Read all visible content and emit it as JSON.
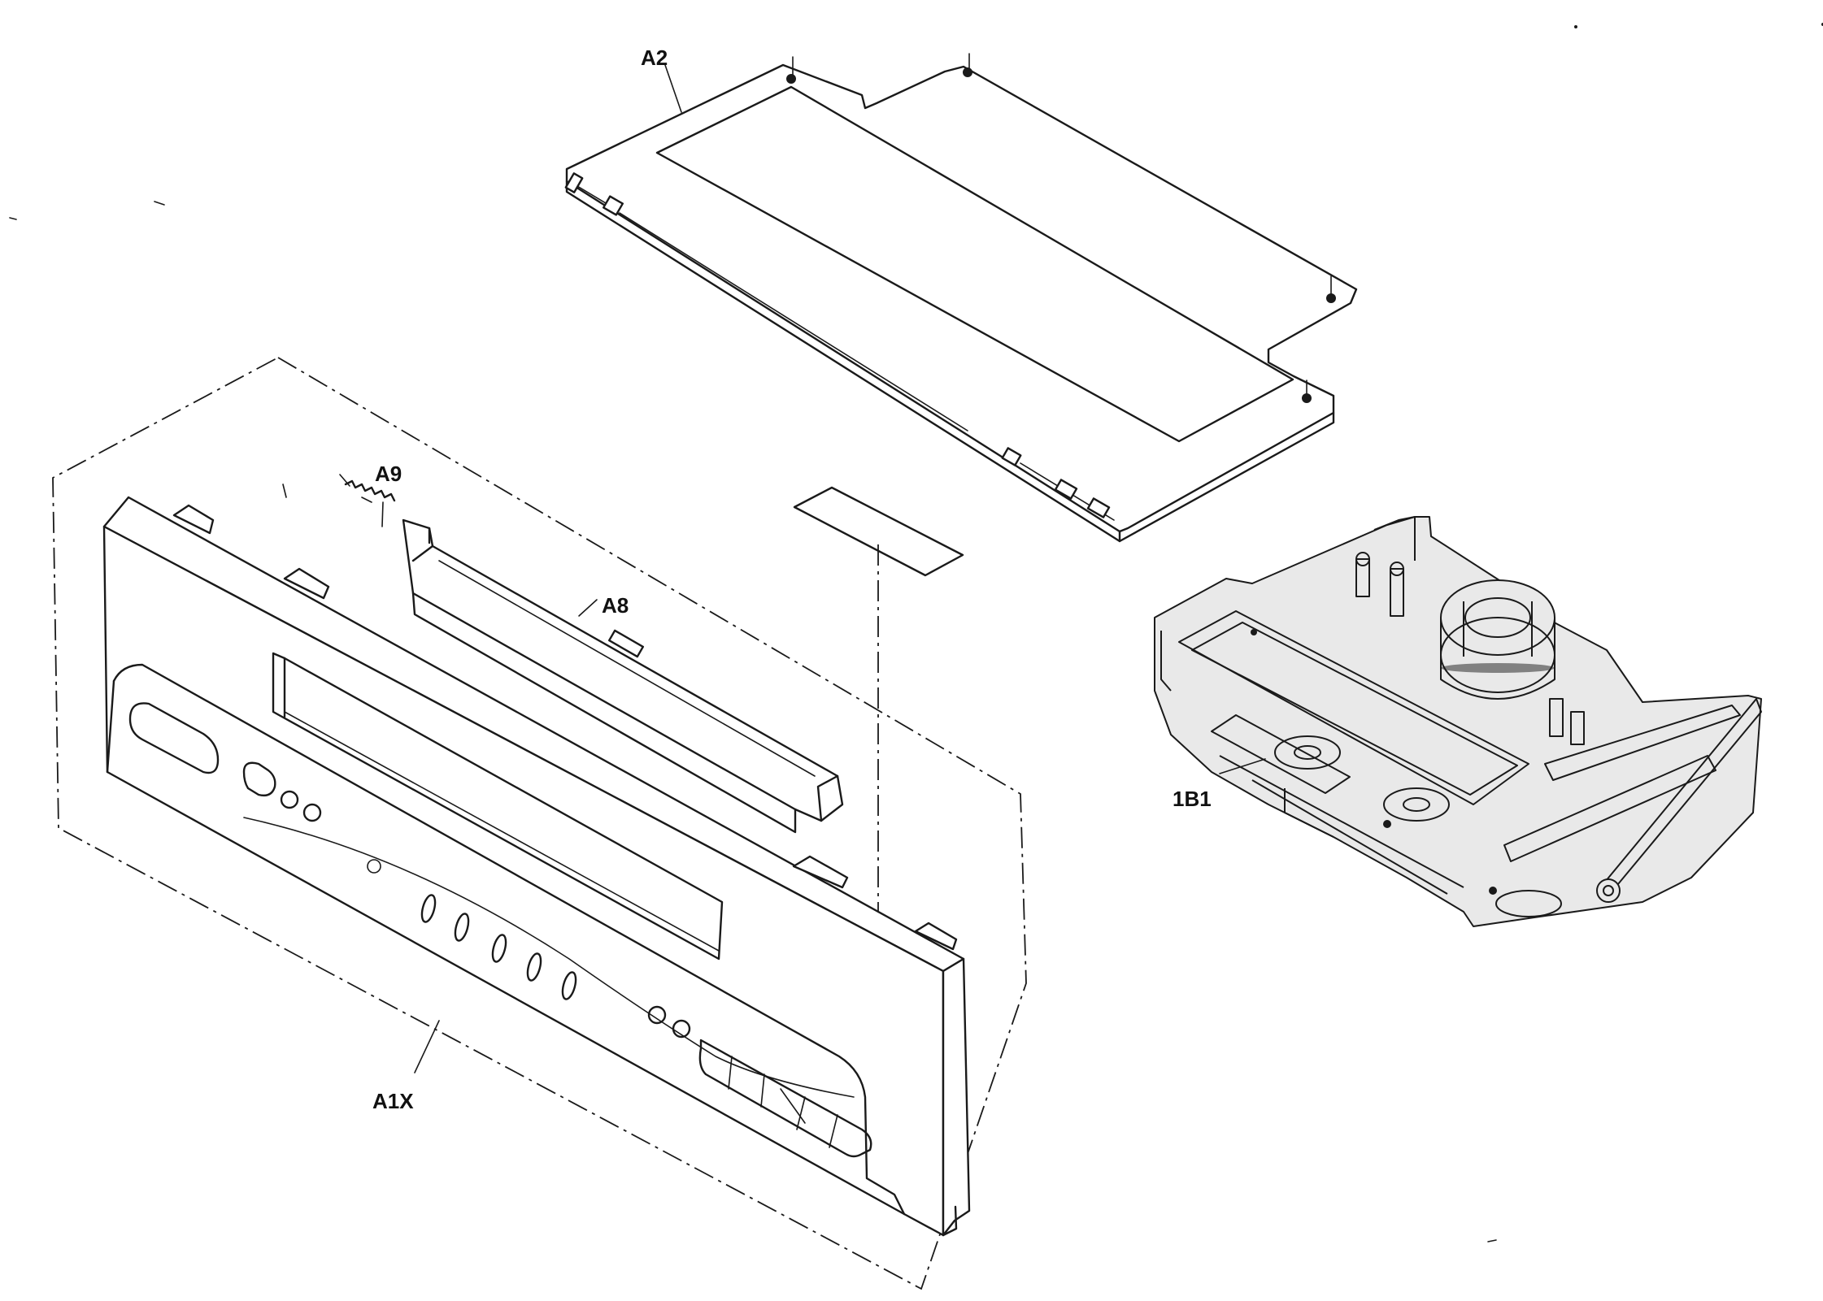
{
  "labels": {
    "a2": "A2",
    "a9": "A9",
    "a8": "A8",
    "b1": "1B1",
    "a1x": "A1X"
  }
}
